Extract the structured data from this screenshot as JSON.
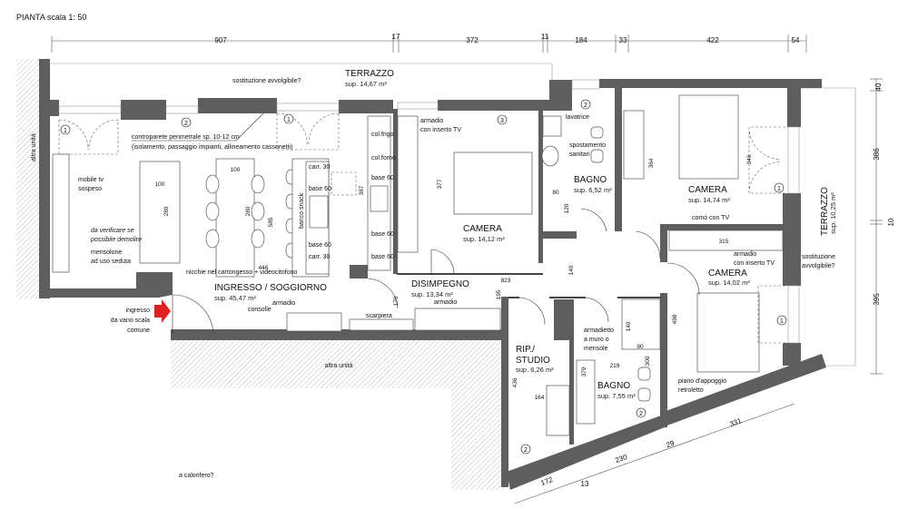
{
  "header": {
    "title": "PIANTA scala 1: 50"
  },
  "dimensions": {
    "top": [
      "907",
      "17",
      "372",
      "11",
      "184",
      "33",
      "422",
      "54"
    ],
    "right": [
      "40",
      "386",
      "10",
      "395"
    ],
    "bottom": [
      "172",
      "13",
      "230",
      "29",
      "331"
    ],
    "internal": {
      "sofa_w": "100",
      "sofa_l": "280",
      "table_w": "100",
      "table_l": "280",
      "living_h": "585",
      "kitchen_h": "387",
      "living_w": "446",
      "dis_170": "170",
      "dis_823": "823",
      "dis_195": "195",
      "dis_140": "140",
      "cam1_h": "377",
      "bath1_80": "80",
      "bath1_120": "120",
      "cam2_364": "364",
      "cam2_346": "346",
      "cam3_315": "315",
      "cam3_498": "498",
      "rip_436": "436",
      "rip_164": "164",
      "bath2_140": "140",
      "bath2_90": "90",
      "bath2_300": "300",
      "bath2_219": "219",
      "bath2_379": "379"
    }
  },
  "rooms": {
    "terrazzo_top": {
      "name": "TERRAZZO",
      "area": "sup. 14,67 m²"
    },
    "soggiorno": {
      "name": "INGRESSO / SOGGIORNO",
      "area": "sup. 45,47 m²"
    },
    "disimpegno": {
      "name": "DISIMPEGNO",
      "area": "sup. 13,34 m²"
    },
    "camera1": {
      "name": "CAMERA",
      "area": "sup. 14,12 m²"
    },
    "bagno1": {
      "name": "BAGNO",
      "area": "sup. 6,52 m²"
    },
    "camera2": {
      "name": "CAMERA",
      "area": "sup. 14,74 m²"
    },
    "camera3": {
      "name": "CAMERA",
      "area": "sup. 14,02 m²"
    },
    "terrazzo_right": {
      "name": "TERRAZZO",
      "area": "sup. 10,25 m²"
    },
    "rip_studio": {
      "name1": "RIP./",
      "name2": "STUDIO",
      "area": "sup. 6,26 m²"
    },
    "bagno2": {
      "name": "BAGNO",
      "area": "sup. 7,55 m²"
    }
  },
  "annotations": {
    "altra_unita_left": "altra unità",
    "altra_unita_bottom": "altra unità",
    "sostituzione_top": "sostituzione avvolgibile?",
    "controparete_1": "controparete perimetrale sp. 10-12 cm",
    "controparete_2": "(isolamento, passaggio impianti, allineamento cassonetti)",
    "mobile_tv_1": "mobile tv",
    "mobile_tv_2": "sospeso",
    "verificare_1": "da verificare se",
    "verificare_2": "possibile demolire",
    "mensolone_1": "mensolone",
    "mensolone_2": "ad uso seduta",
    "nicchie": "nicchie nel cartongesso + videocitofono",
    "col_frigo": "col.frigo",
    "col_forno": "col.forno",
    "base60_a": "base 60",
    "base60_b": "base 60",
    "base60_c": "base 60",
    "carr30_a": "carr. 30",
    "base60_d": "base 60",
    "banco_snack": "banco snack",
    "base60_e": "base 60",
    "carr30_b": "carr. 30",
    "armadio_ingresso": "armadio",
    "consolle": "consolle",
    "ingresso_1": "ingresso",
    "ingresso_2": "da vano scala",
    "ingresso_3": "comune",
    "scarpiera": "scarpiera",
    "armadio_dis": "armadio",
    "calorifero": "a calorifero?",
    "armadio_tv1_1": "armadio",
    "armadio_tv1_2": "con inserto TV",
    "lavatrice": "lavatrice",
    "spostamento_1": "spostamento",
    "spostamento_2": "sanitari",
    "como_tv": "comò con TV",
    "armadio_tv2_1": "armadio",
    "armadio_tv2_2": "con inserto TV",
    "sostituzione_r1": "sostituzione",
    "sostituzione_r2": "avvolgibile?",
    "armadietto_1": "armadietto",
    "armadietto_2": "a muro o",
    "armadietto_3": "mensole",
    "piano_1": "piano d'appoggio",
    "piano_2": "retroletto"
  },
  "door_markers": [
    "1",
    "2",
    "1",
    "3",
    "2",
    "1",
    "1",
    "2",
    "2"
  ],
  "colors": {
    "wall": "#5e5e5e",
    "entry_arrow": "#e02020",
    "hatch": "#9a9a9a"
  }
}
